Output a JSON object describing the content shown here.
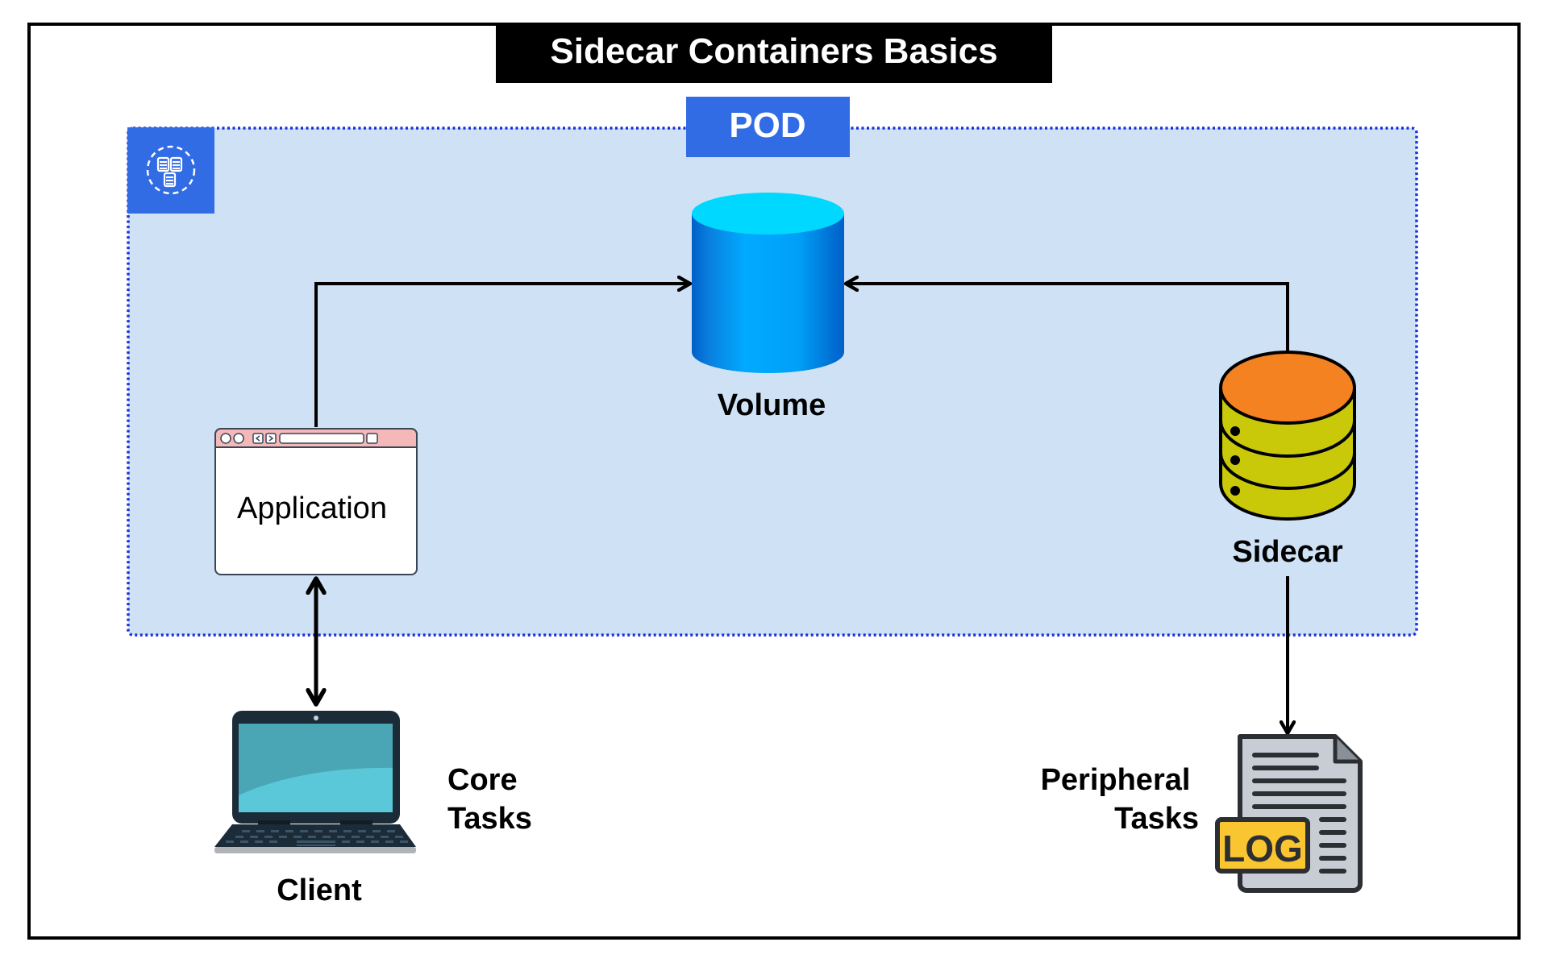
{
  "title": "Sidecar Containers Basics",
  "pod": {
    "label": "POD",
    "icon": "pod-icon"
  },
  "nodes": {
    "application": {
      "label": "Application",
      "icon": "browser-window-icon"
    },
    "volume": {
      "label": "Volume",
      "icon": "cylinder-volume-icon"
    },
    "sidecar": {
      "label": "Sidecar",
      "icon": "database-stack-icon"
    },
    "client": {
      "label": "Client",
      "icon": "laptop-icon"
    },
    "log": {
      "label": "LOG",
      "icon": "log-file-icon"
    }
  },
  "annotations": {
    "core_tasks": [
      "Core",
      "Tasks"
    ],
    "peripheral_tasks": [
      "Peripheral",
      "Tasks"
    ]
  },
  "connections": [
    {
      "from": "Application",
      "to": "Volume",
      "direction": "one-way"
    },
    {
      "from": "Sidecar",
      "to": "Volume",
      "direction": "one-way"
    },
    {
      "from": "Application",
      "to": "Client",
      "direction": "two-way"
    },
    {
      "from": "Sidecar",
      "to": "LOG",
      "direction": "one-way"
    }
  ],
  "colors": {
    "title_bg": "#000000",
    "title_fg": "#ffffff",
    "pod_badge": "#326ce5",
    "pod_area": "#cfe2f5",
    "pod_border": "#1a2ee0",
    "volume_top": "#00d8ff",
    "volume_body": "#0a8fe8",
    "sidecar_top": "#f58220",
    "sidecar_body": "#c9c90a",
    "app_titlebar": "#f4b8b8",
    "log_badge": "#f9c530",
    "doc_fill": "#c8ccd4",
    "laptop_screen": "#5ac8d8",
    "laptop_frame": "#1c2b38"
  }
}
